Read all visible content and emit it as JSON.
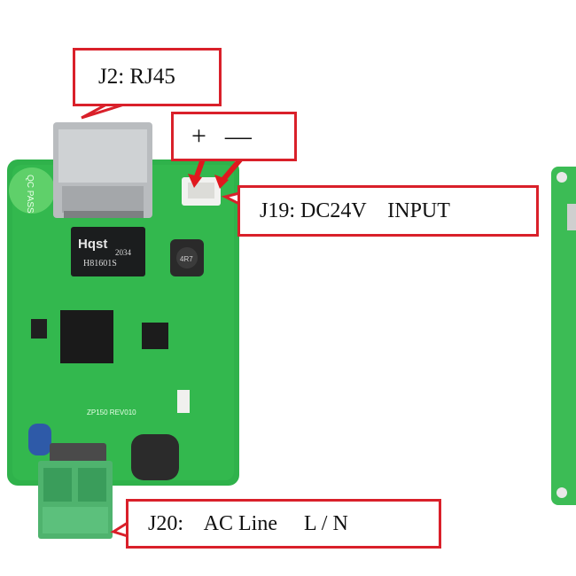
{
  "callouts": {
    "rj45": "J2: RJ45",
    "polarity": "+  —",
    "dc_input": "J19: DC24V    INPUT",
    "ac_line": "J20:    AC Line     L / N"
  },
  "board": {
    "silkscreen_model": "ZP150 REV010",
    "chip_brand": "Hqst",
    "chip_code": "2034",
    "chip_part": "H81601S",
    "inductor_value": "4R7",
    "qc_label": "QC PASS"
  },
  "colors": {
    "callout_border": "#d9202a",
    "arrow": "#e0181e",
    "pcb_green": "#2db34a"
  }
}
